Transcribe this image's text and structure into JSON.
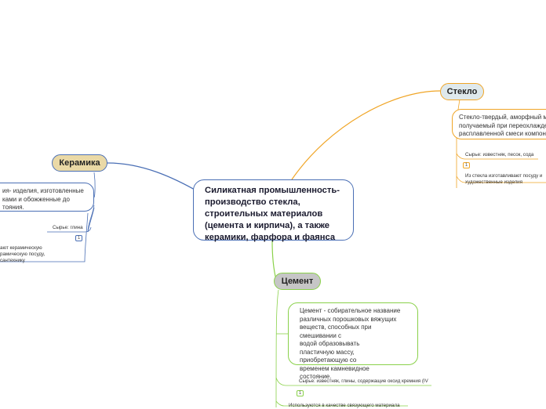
{
  "central": {
    "title": "Силикатная промышленность-производство стекла, строительных материалов (цемента и кирпича), а также керамики, фарфора и фаянса"
  },
  "branches": {
    "steklo": {
      "label": "Стекло",
      "description": "Стекло-твердый, аморфный ма получаемый при переохлажде расплавленной смеси компон",
      "desc_lines": [
        "Стекло-твердый, аморфный ма",
        "получаемый при переохлажде",
        "расплавленной смеси компон"
      ],
      "raw": "Сырье: известняк, песок, сода",
      "badge": "1",
      "usage_lines": [
        "Из стекла изготавливают посуду и",
        "художественные изделия"
      ]
    },
    "keramika": {
      "label": "Керамика",
      "desc_lines": [
        "ия- изделия, изготовленные",
        "ками и обожженные до",
        "тояния."
      ],
      "raw": "Сырье: глина",
      "badge": "1",
      "usage_lines": [
        "ают керамическую",
        "рамическую посуду,",
        "сантехнику"
      ]
    },
    "cement": {
      "label": "Цемент",
      "desc_lines": [
        "Цемент - собирательное название",
        "различных порошковых вяжущих",
        "веществ, способных при смешивании с",
        "водой образовывать",
        "пластичную массу,",
        "приобретающую со",
        "временем камневидное",
        "состояние."
      ],
      "raw": "Сырье: известняк, глины, содержащие оксид кремния (IV",
      "badge": "1",
      "usage": "Используются в качестве связующего материала"
    }
  },
  "colors": {
    "steklo": "#f0a526",
    "keramika": "#4a6fb5",
    "cement": "#8ad14a",
    "central_border": "#4a6fb5"
  }
}
